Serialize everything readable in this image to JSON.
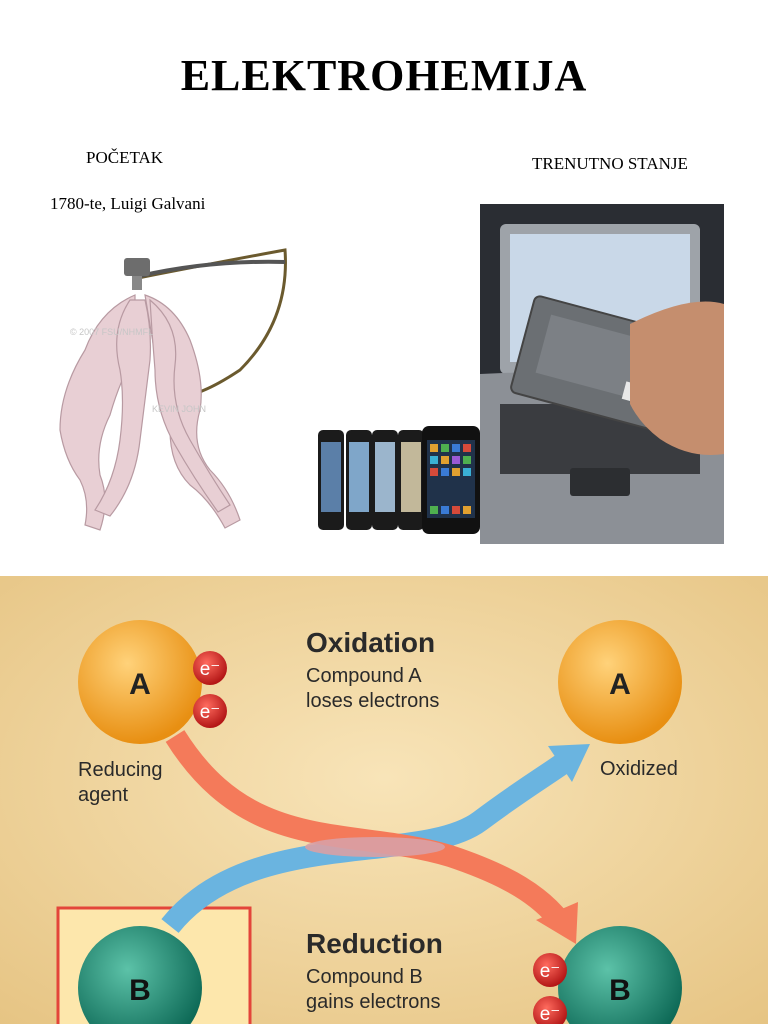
{
  "slide": {
    "title": "ELEKTROHEMIJA",
    "left_heading": "POČETAK",
    "right_heading": "TRENUTNO STANJE",
    "left_caption": "1780-te, Luigi Galvani"
  },
  "illustrations": {
    "frog": {
      "icon": "galvani-frog-legs-illustration",
      "watermark_1": "© 2007 FSU/NHMFL",
      "watermark_2": "KEVIN JOHN"
    },
    "phones": {
      "icon": "smartphones-photo"
    },
    "laptop": {
      "icon": "laptop-battery-photo"
    }
  },
  "diagram": {
    "oxidation_title": "Oxidation",
    "oxidation_line1": "Compound A",
    "oxidation_line2": "loses electrons",
    "reduction_title": "Reduction",
    "reduction_line1": "Compound B",
    "reduction_line2": "gains electrons",
    "atom_a_left": "A",
    "atom_a_right": "A",
    "atom_b_left": "B",
    "atom_b_right": "B",
    "electron": "e⁻",
    "reducing_line1": "Reducing",
    "reducing_line2": "agent",
    "oxidized": "Oxidized",
    "colors": {
      "background": "#f3d9a4",
      "atom_a": "#f5a623",
      "atom_b": "#1f8a73",
      "electron": "#d42a2a",
      "arrow_red": "#f47a5a",
      "arrow_blue": "#6ab4e0",
      "highlight_box": "#e3453a"
    }
  }
}
